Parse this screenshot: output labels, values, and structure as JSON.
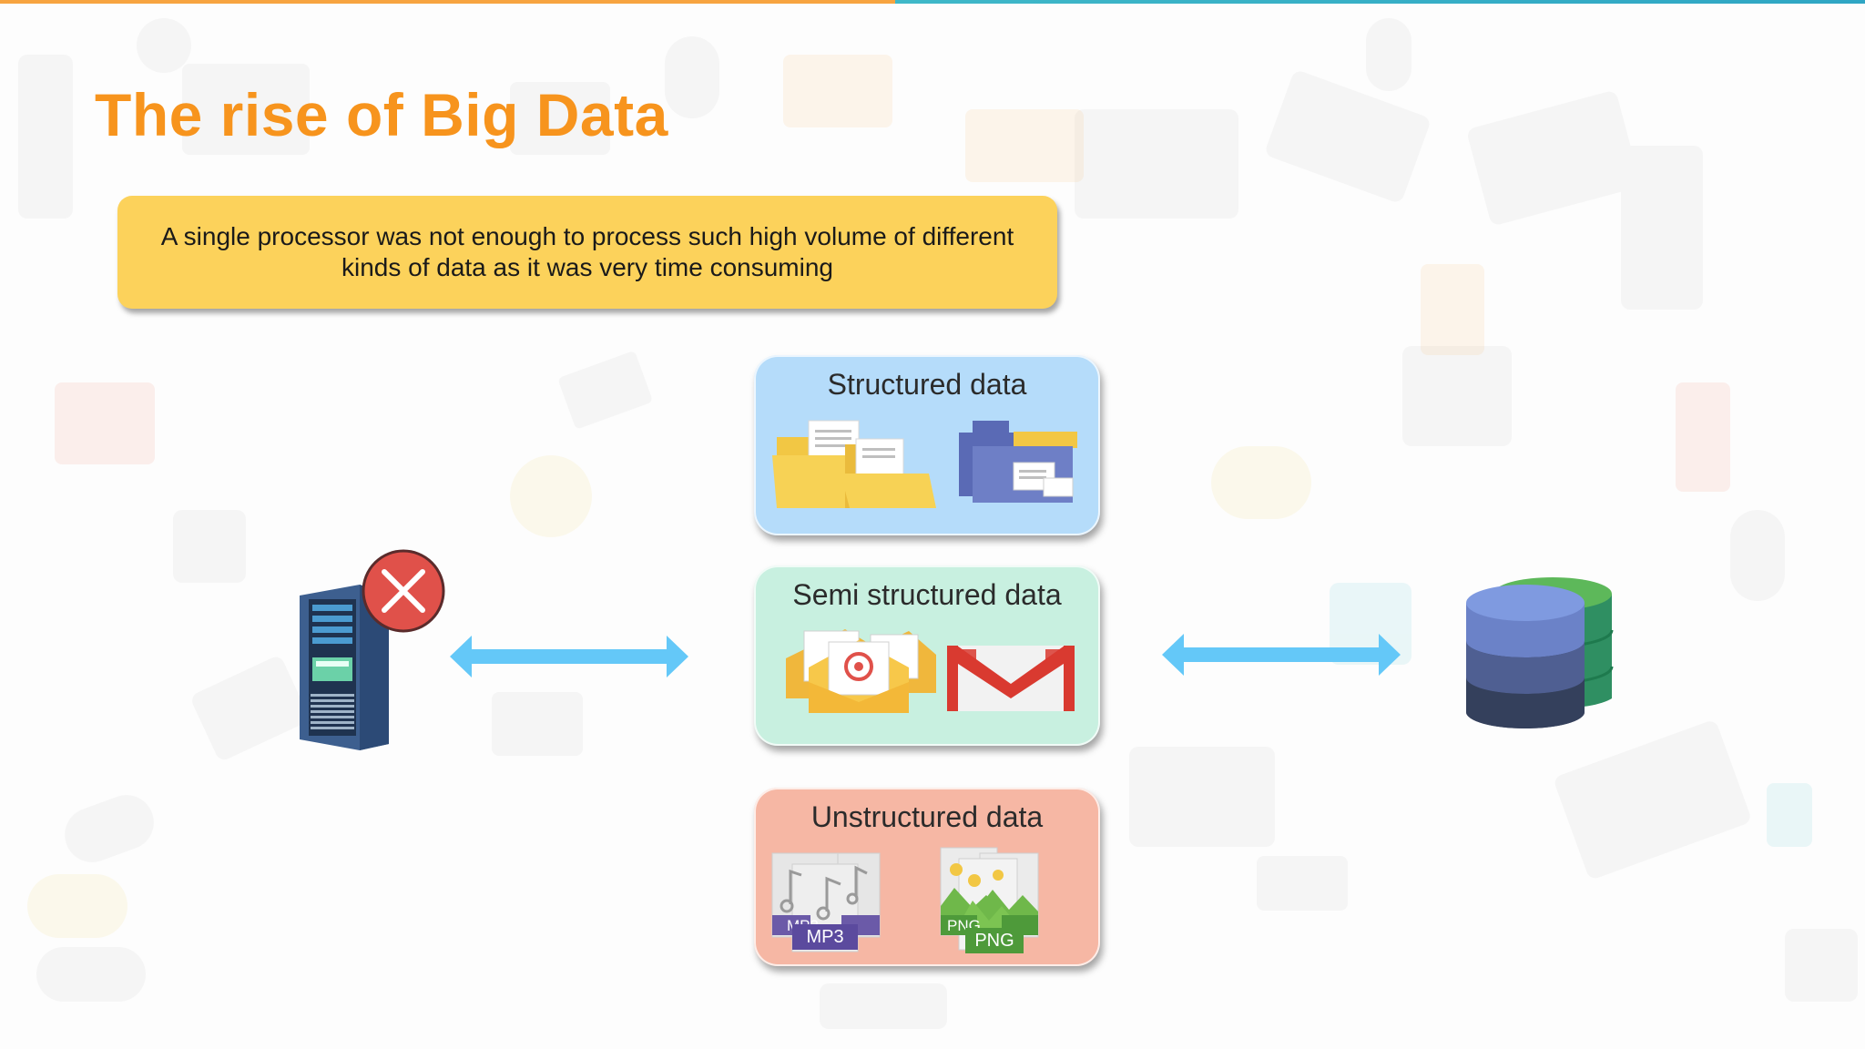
{
  "slide": {
    "title": "The rise of Big Data",
    "note": "A single processor was not enough to process such high volume of different kinds of data as it was very time consuming"
  },
  "cards": {
    "structured": {
      "label": "Structured data"
    },
    "semi": {
      "label": "Semi structured data"
    },
    "unstructured": {
      "label": "Unstructured data",
      "mp3_back": "MP3",
      "mp3_front": "MP3",
      "png_back": "PNG",
      "png_front": "PNG"
    }
  },
  "icons": {
    "server": "server-icon",
    "error": "error-x-icon",
    "database": "database-icon",
    "arrows": "double-arrow-icon"
  },
  "colors": {
    "title": "#f7941d",
    "note_bg": "#fcd25b",
    "structured_bg": "#b5dcfa",
    "semi_bg": "#c8f0e0",
    "unstructured_bg": "#f6b7a4",
    "arrow": "#64c8f8",
    "error": "#e0514a"
  }
}
